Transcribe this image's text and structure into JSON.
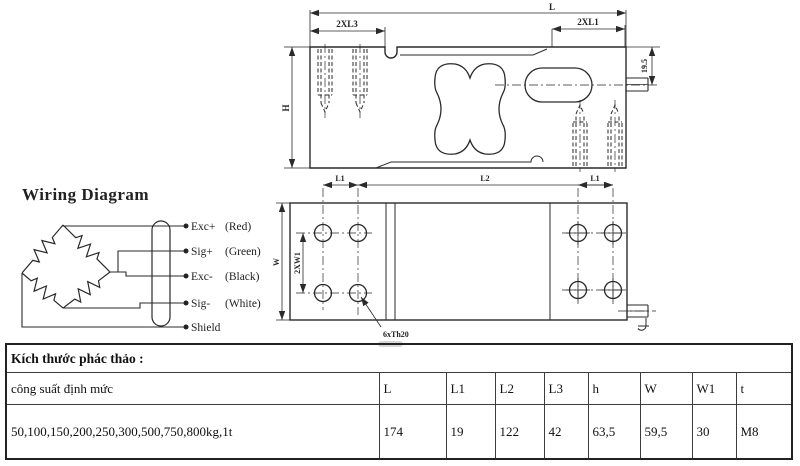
{
  "wiring": {
    "title": "Wiring Diagram",
    "wires": [
      {
        "name": "Exc+",
        "color": "(Red)"
      },
      {
        "name": "Sig+",
        "color": "(Green)"
      },
      {
        "name": "Exc-",
        "color": "(Black)"
      },
      {
        "name": "Sig-",
        "color": "(White)"
      },
      {
        "name": "Shield",
        "color": ""
      }
    ]
  },
  "side_view": {
    "dim_overall_length": "L",
    "dim_left_hole_spacing": "2XL3",
    "dim_right_hole_spacing": "2XL1",
    "dim_height": "H",
    "dim_cable_offset": "19.5"
  },
  "plan_view": {
    "dim_left_hole_spacing": "L1",
    "dim_center_spacing": "L2",
    "dim_right_hole_spacing": "L1",
    "dim_width": "W",
    "dim_row_spacing": "2XW1",
    "thread_note": "6xTh20"
  },
  "spec_table": {
    "title": "Kích thước phác thảo :",
    "capacity_header": "công suất định mức",
    "dim_columns": [
      "L",
      "L1",
      "L2",
      "L3",
      "h",
      "W",
      "W1",
      "t"
    ],
    "capacity_values": "50,100,150,200,250,300,500,750,800kg,1t",
    "dim_values": [
      "174",
      "19",
      "122",
      "42",
      "63,5",
      "59,5",
      "30",
      "M8"
    ]
  },
  "colors": {
    "line": "#2a2a2a",
    "background": "#ffffff"
  }
}
